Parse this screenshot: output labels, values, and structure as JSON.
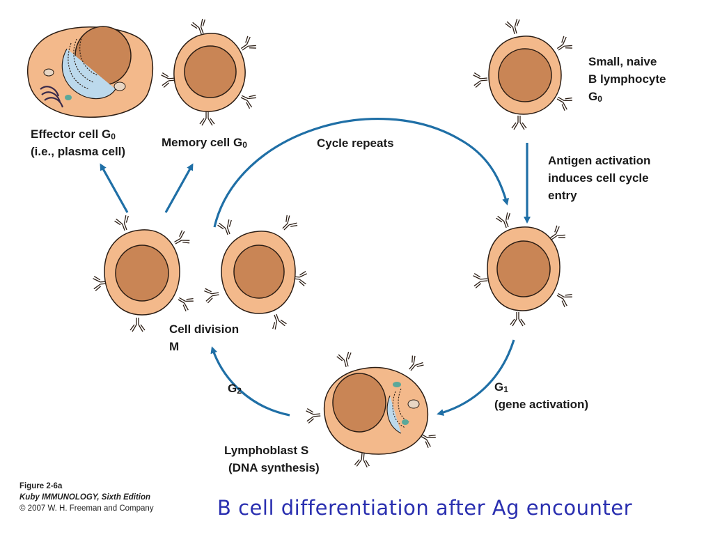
{
  "labels": {
    "effector_line1_pre": "Effector cell G",
    "effector_line1_sub": "0",
    "effector_line2": "(i.e., plasma cell)",
    "memory_pre": "Memory cell G",
    "memory_sub": "0",
    "cycle_repeats": "Cycle repeats",
    "naive_line1": "Small, naive",
    "naive_line2": "B lymphocyte",
    "naive_line3_pre": "G",
    "naive_line3_sub": "0",
    "antigen_line1": "Antigen activation",
    "antigen_line2": "induces cell cycle",
    "antigen_line3": "entry",
    "division_line1": "Cell division",
    "division_line2": "M",
    "g2_pre": "G",
    "g2_sub": "2",
    "g1_pre": "G",
    "g1_sub": "1",
    "g1_line2": "(gene activation)",
    "lymphoblast_line1": "Lymphoblast S",
    "lymphoblast_line2": "(DNA synthesis)"
  },
  "credit": {
    "figure": "Figure 2-6a",
    "book": "Kuby IMMUNOLOGY, Sixth Edition",
    "copyright": "© 2007 W. H. Freeman and Company"
  },
  "caption": "B cell differentiation after Ag encounter",
  "colors": {
    "cell_fill": "#f3b98b",
    "nucleus_fill": "#c98555",
    "outline": "#2b1d14",
    "arrow": "#1f6fa6",
    "caption": "#2a2fb0",
    "er_fill": "#bcd9ec",
    "vesicle": "#5aa89a",
    "golgi": "#3a2a4a"
  }
}
